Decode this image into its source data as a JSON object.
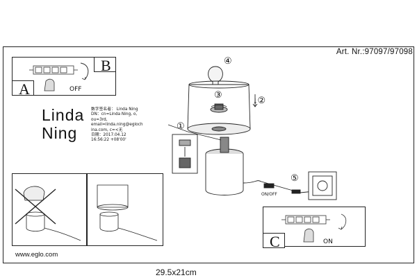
{
  "article_number": "Art. Nr.:97097/97098",
  "panels": {
    "a": "A",
    "b": "B",
    "c": "C"
  },
  "switch_labels": {
    "off": "OFF",
    "on": "ON",
    "on_off": "ON/OFF"
  },
  "step_numbers": [
    "①",
    "↓②",
    "③",
    "④",
    "⑤"
  ],
  "signature": {
    "name_line1": "Linda",
    "name_line2": "Ning",
    "details": "数字签名者： Linda Ning\nDN：cn=Linda Ning, o,\nou=3rd,\nemail=linda.ning@egloch\nina.com, c=<无\n日期：2017.04.12\n16:56:22 +08'00'"
  },
  "footer": {
    "website": "www.eglo.com",
    "dimensions": "29.5x21cm"
  }
}
